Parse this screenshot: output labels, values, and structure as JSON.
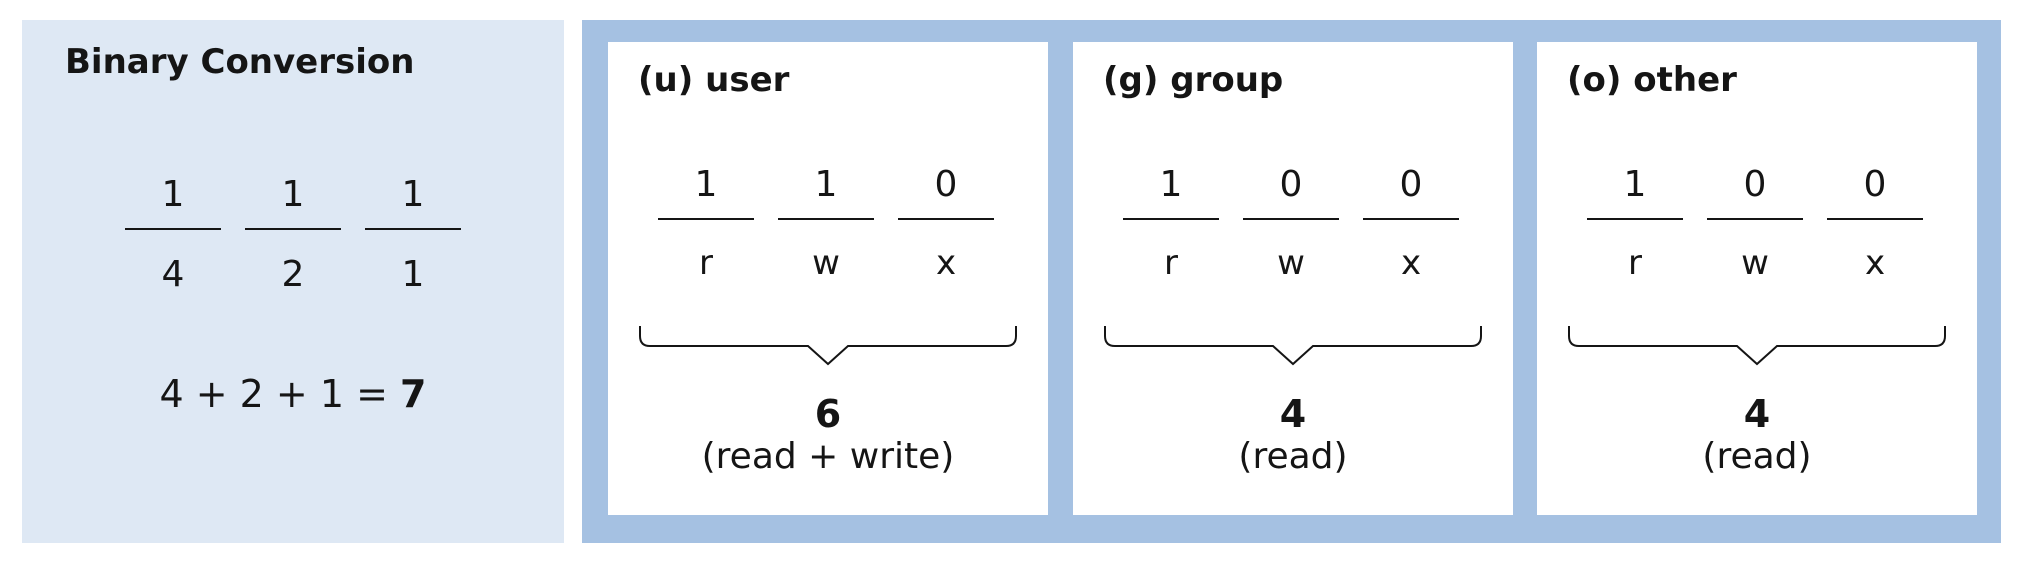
{
  "binary_conversion": {
    "title": "Binary Conversion",
    "digits": [
      "1",
      "1",
      "1"
    ],
    "weights": [
      "4",
      "2",
      "1"
    ],
    "sum_expression": "4 + 2 + 1 = ",
    "sum_result": "7"
  },
  "permissions": [
    {
      "title": "(u) user",
      "bits": [
        "1",
        "1",
        "0"
      ],
      "letters": [
        "r",
        "w",
        "x"
      ],
      "value": "6",
      "description": "(read + write)"
    },
    {
      "title": "(g) group",
      "bits": [
        "1",
        "0",
        "0"
      ],
      "letters": [
        "r",
        "w",
        "x"
      ],
      "value": "4",
      "description": "(read)"
    },
    {
      "title": "(o) other",
      "bits": [
        "1",
        "0",
        "0"
      ],
      "letters": [
        "r",
        "w",
        "x"
      ],
      "value": "4",
      "description": "(read)"
    }
  ],
  "colors": {
    "left_panel_bg": "#dee8f4",
    "frame_bg": "#a5c1e2",
    "card_bg": "#ffffff",
    "text": "#151515"
  }
}
